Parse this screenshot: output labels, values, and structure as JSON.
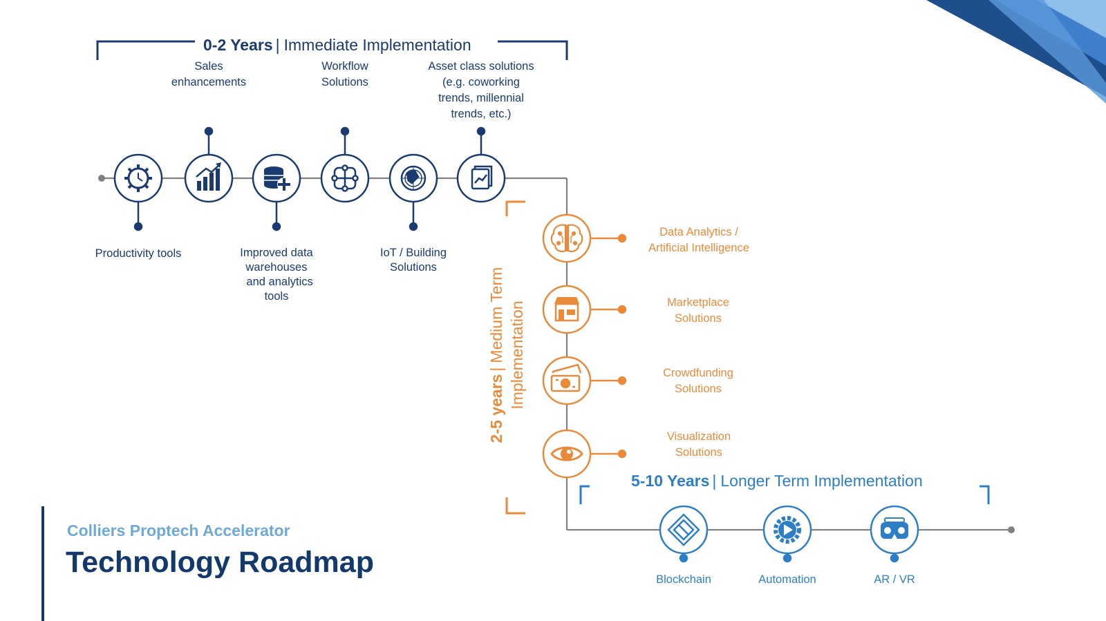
{
  "page": {
    "subtitle": "Colliers Proptech Accelerator",
    "title": "Technology Roadmap"
  },
  "phase1": {
    "years": "0-2 Years",
    "separator": "|",
    "label": "Immediate Implementation",
    "color": "#1a3a70",
    "items": [
      {
        "label": "Productivity tools",
        "icon": "gear-clock-icon"
      },
      {
        "label": "Sales\nenhancements",
        "icon": "bar-chart-growth-icon"
      },
      {
        "label": "Improved data\nwarehouses\n  and analytics\ntools",
        "icon": "database-plus-icon"
      },
      {
        "label": "Workflow\nSolutions",
        "icon": "workflow-icon"
      },
      {
        "label": "IoT / Building\nSolutions",
        "icon": "globe-network-icon"
      },
      {
        "label": "Asset class solutions\n(e.g. coworking\ntrends, millennial\ntrends, etc.)",
        "icon": "report-chart-icon"
      }
    ]
  },
  "phase2": {
    "years": "2-5 years",
    "separator": "|",
    "label_line1": "Medium Term",
    "label_line2": "Implementation",
    "color": "#e98a3a",
    "items": [
      {
        "label": "Data Analytics /\nArtificial Intelligence",
        "icon": "brain-circuit-icon"
      },
      {
        "label": "Marketplace\nSolutions",
        "icon": "storefront-icon"
      },
      {
        "label": "Crowdfunding\nSolutions",
        "icon": "money-stack-icon"
      },
      {
        "label": "Visualization\nSolutions",
        "icon": "eye-icon"
      }
    ]
  },
  "phase3": {
    "years": "5-10 Years",
    "separator": "|",
    "label": "Longer Term Implementation",
    "color": "#2d7ec4",
    "items": [
      {
        "label": "Blockchain",
        "icon": "blockchain-cube-icon"
      },
      {
        "label": "Automation",
        "icon": "gear-play-icon"
      },
      {
        "label": "AR / VR",
        "icon": "vr-headset-icon"
      }
    ]
  }
}
